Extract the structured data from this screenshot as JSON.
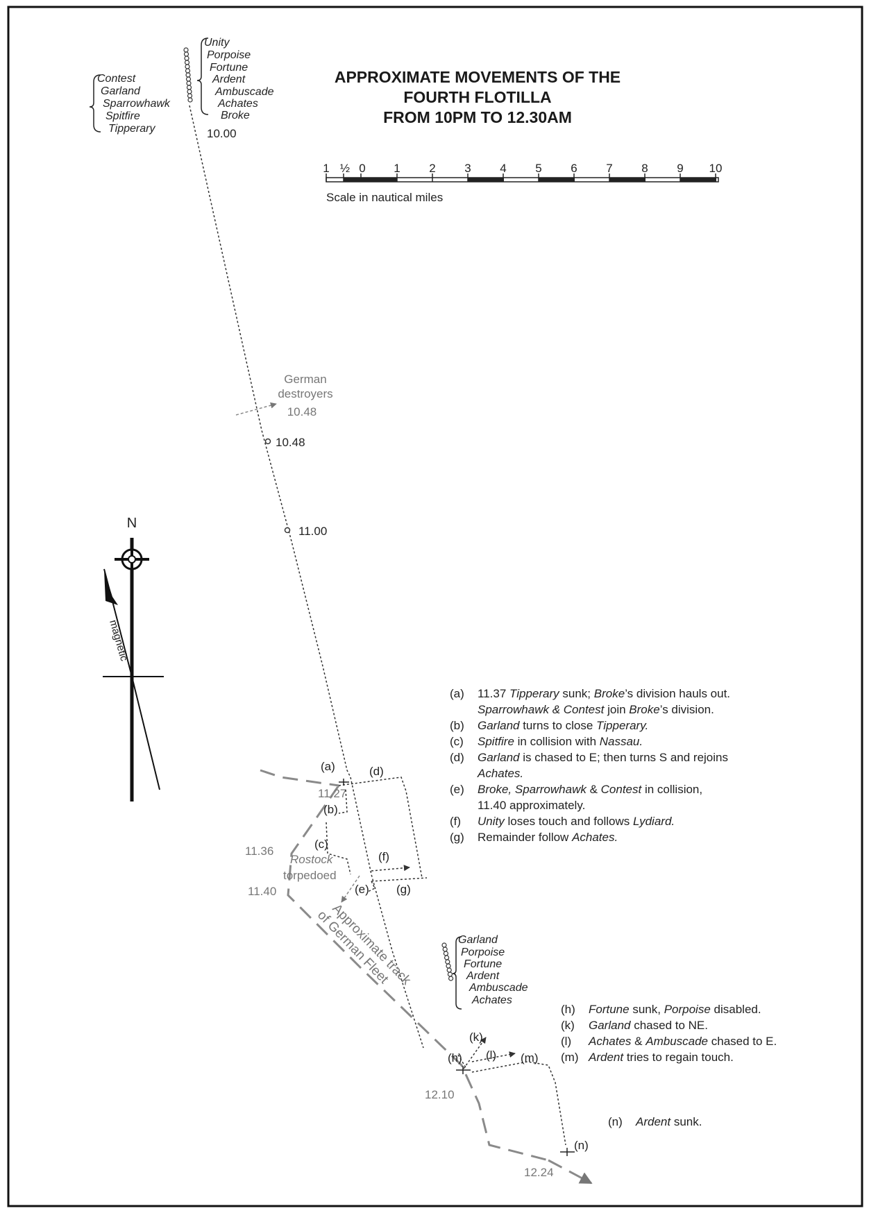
{
  "title": {
    "line1": "APPROXIMATE MOVEMENTS OF THE",
    "line2": "FOURTH FLOTILLA",
    "line3": "FROM 10PM TO 12.30AM"
  },
  "scale": {
    "caption": "Scale in nautical miles",
    "ticks": [
      "1",
      "½",
      "0",
      "1",
      "2",
      "3",
      "4",
      "5",
      "6",
      "7",
      "8",
      "9",
      "10"
    ]
  },
  "start_group_left": [
    "Contest",
    "Garland",
    "Sparrowhawk",
    "Spitfire",
    "Tipperary"
  ],
  "start_group_right": [
    "Unity",
    "Porpoise",
    "Fortune",
    "Ardent",
    "Ambuscade",
    "Achates",
    "Broke"
  ],
  "mid_group": [
    "Garland",
    "Porpoise",
    "Fortune",
    "Ardent",
    "Ambuscade",
    "Achates"
  ],
  "times": {
    "t1000": "10.00",
    "t1048_german": "10.48",
    "t1048": "10.48",
    "t1100": "11.00",
    "t1127": "11.27",
    "t1136": "11.36",
    "t1140": "11.40",
    "t1210": "12.10",
    "t1224": "12.24"
  },
  "german_destroyers": [
    "German",
    "destroyers"
  ],
  "rostock": [
    "Rostock",
    "torpedoed"
  ],
  "german_fleet_track": [
    "Approximate track",
    "of German Fleet"
  ],
  "compass": {
    "north": "N",
    "magnetic": "magnetic"
  },
  "markers": {
    "a": "(a)",
    "b": "(b)",
    "c": "(c)",
    "d": "(d)",
    "e": "(e)",
    "f": "(f)",
    "g": "(g)",
    "h": "(h)",
    "k": "(k)",
    "l": "(l)",
    "m": "(m)",
    "n": "(n)"
  },
  "legend1": [
    {
      "key": "(a)",
      "lines": [
        [
          {
            "t": "11.37 "
          },
          {
            "t": "Tipperary",
            "i": true
          },
          {
            "t": " sunk; "
          },
          {
            "t": "Broke",
            "i": true
          },
          {
            "t": "’s division hauls out."
          }
        ],
        [
          {
            "t": "Sparrowhawk & Contest",
            "i": true
          },
          {
            "t": " join "
          },
          {
            "t": "Broke",
            "i": true
          },
          {
            "t": "’s division."
          }
        ]
      ]
    },
    {
      "key": "(b)",
      "lines": [
        [
          {
            "t": "Garland",
            "i": true
          },
          {
            "t": " turns to close "
          },
          {
            "t": "Tipperary.",
            "i": true
          }
        ]
      ]
    },
    {
      "key": "(c)",
      "lines": [
        [
          {
            "t": "Spitfire",
            "i": true
          },
          {
            "t": " in collision with "
          },
          {
            "t": "Nassau.",
            "i": true
          }
        ]
      ]
    },
    {
      "key": "(d)",
      "lines": [
        [
          {
            "t": "Garland",
            "i": true
          },
          {
            "t": " is chased to E; then turns S and rejoins"
          }
        ],
        [
          {
            "t": "Achates.",
            "i": true
          }
        ]
      ]
    },
    {
      "key": "(e)",
      "lines": [
        [
          {
            "t": "Broke, Sparrowhawk",
            "i": true
          },
          {
            "t": " & "
          },
          {
            "t": "Contest",
            "i": true
          },
          {
            "t": " in collision,"
          }
        ],
        [
          {
            "t": "11.40 approximately."
          }
        ]
      ]
    },
    {
      "key": "(f)",
      "lines": [
        [
          {
            "t": "Unity",
            "i": true
          },
          {
            "t": " loses touch and follows "
          },
          {
            "t": "Lydiard.",
            "i": true
          }
        ]
      ]
    },
    {
      "key": "(g)",
      "lines": [
        [
          {
            "t": "Remainder follow "
          },
          {
            "t": "Achates.",
            "i": true
          }
        ]
      ]
    }
  ],
  "legend2": [
    {
      "key": "(h)",
      "lines": [
        [
          {
            "t": "Fortune",
            "i": true
          },
          {
            "t": " sunk, "
          },
          {
            "t": "Porpoise",
            "i": true
          },
          {
            "t": " disabled."
          }
        ]
      ]
    },
    {
      "key": "(k)",
      "lines": [
        [
          {
            "t": "Garland",
            "i": true
          },
          {
            "t": " chased to NE."
          }
        ]
      ]
    },
    {
      "key": "(l)",
      "lines": [
        [
          {
            "t": "Achates",
            "i": true
          },
          {
            "t": " & "
          },
          {
            "t": "Ambuscade",
            "i": true
          },
          {
            "t": " chased to E."
          }
        ]
      ]
    },
    {
      "key": "(m)",
      "lines": [
        [
          {
            "t": "Ardent",
            "i": true
          },
          {
            "t": " tries to regain touch."
          }
        ]
      ]
    }
  ],
  "legend3": [
    {
      "key": "(n)",
      "lines": [
        [
          {
            "t": "Ardent",
            "i": true
          },
          {
            "t": " sunk."
          }
        ]
      ]
    }
  ]
}
